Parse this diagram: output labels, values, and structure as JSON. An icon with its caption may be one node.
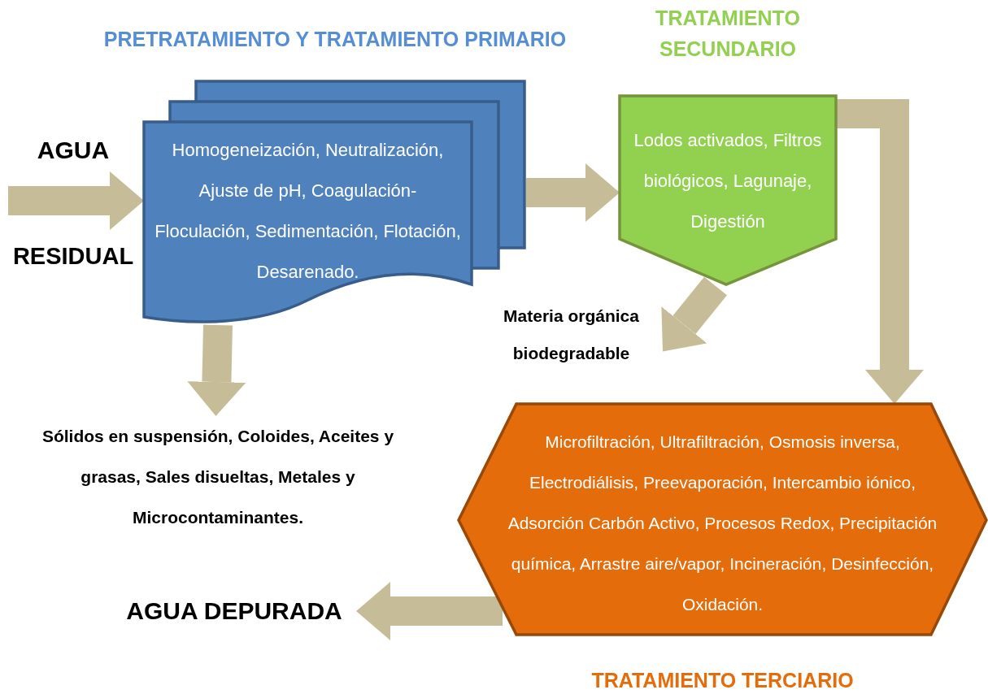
{
  "diagram": {
    "nodes": [
      {
        "text": [
          "AGUA",
          "RESIDUAL"
        ]
      },
      {
        "text": [
          "PRETRATAMIENTO Y TRATAMIENTO PRIMARIO",
          "Homogeneización, Neutralización, Ajuste de pH, Coagulación-Floculación, Sedimentación, Flotación, Desarenado."
        ]
      },
      {
        "text": [
          "TRATAMIENTO SECUNDARIO",
          "Lodos activados, Filtros biológicos, Lagunaje, Digestión"
        ]
      },
      {
        "text": [
          "Materia orgánica biodegradable"
        ]
      },
      {
        "text": [
          "Sólidos en suspensión, Coloides, Aceites y grasas, Sales disueltas, Metales y Microcontaminantes."
        ]
      },
      {
        "text": [
          "Microfiltración, Ultrafiltración, Osmosis inversa, Electrodiálisis, Preevaporación, Intercambio iónico, Adsorción Carbón Activo, Procesos Redox, Precipitación química, Arrastre aire/vapor, Incineración, Desinfección, Oxidación.",
          "TRATAMIENTO TERCIARIO"
        ]
      },
      {
        "text": [
          "AGUA DEPURADA"
        ]
      }
    ],
    "edges": [
      {
        "from": 0,
        "to": 1,
        "arrow": "to"
      },
      {
        "from": 1,
        "to": 2,
        "arrow": "to"
      },
      {
        "from": 2,
        "to": 3,
        "arrow": "to"
      },
      {
        "from": 1,
        "to": 4,
        "arrow": "to"
      },
      {
        "from": 2,
        "to": 5,
        "arrow": "to"
      },
      {
        "from": 5,
        "to": 6,
        "arrow": "to"
      }
    ]
  }
}
